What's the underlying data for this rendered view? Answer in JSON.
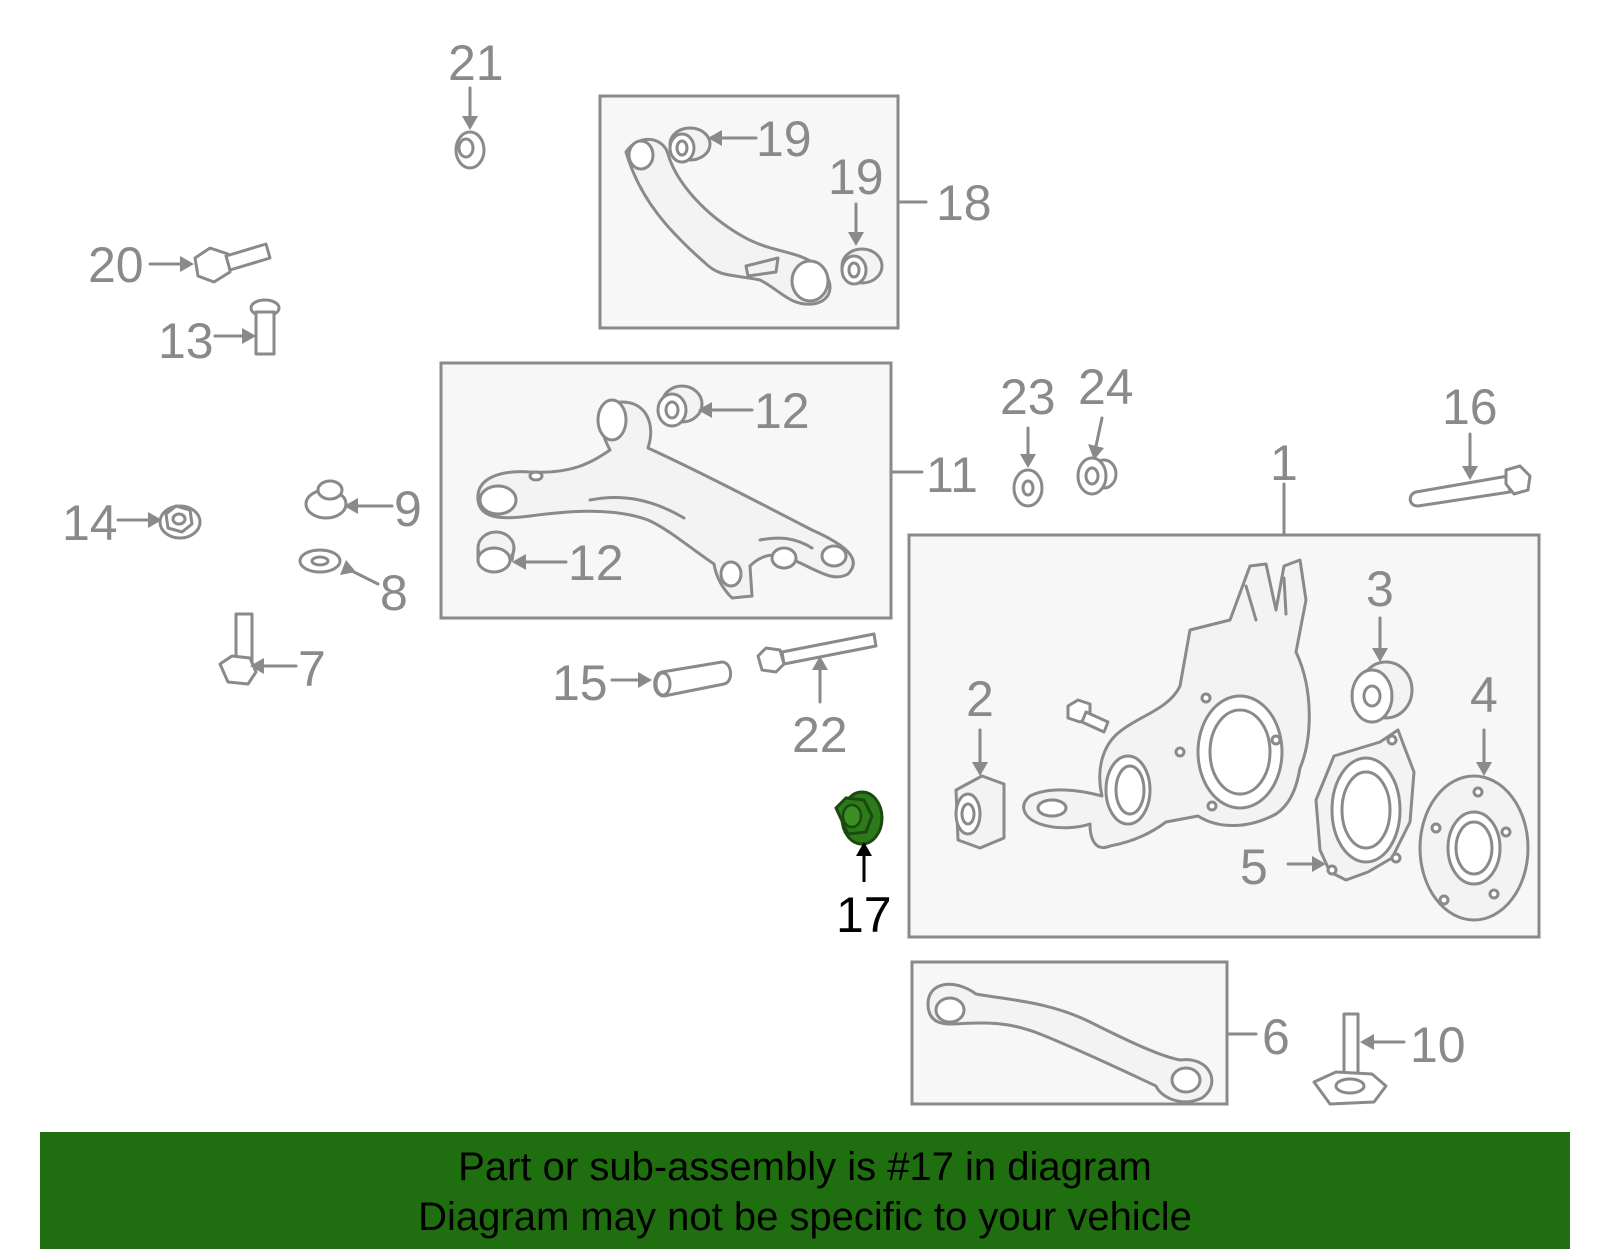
{
  "colors": {
    "diagram_gray": "#8a8a8a",
    "highlight_part": "#2d7a1a",
    "banner_bg": "#1f6e0f",
    "banner_text": "#000000"
  },
  "callouts": {
    "c1": "1",
    "c2": "2",
    "c3": "3",
    "c4": "4",
    "c5": "5",
    "c6": "6",
    "c7": "7",
    "c8": "8",
    "c9": "9",
    "c10": "10",
    "c11": "11",
    "c12a": "12",
    "c12b": "12",
    "c13": "13",
    "c14": "14",
    "c15": "15",
    "c16": "16",
    "c17": "17",
    "c18": "18",
    "c19a": "19",
    "c19b": "19",
    "c20": "20",
    "c21": "21",
    "c22": "22",
    "c23": "23",
    "c24": "24"
  },
  "banner": {
    "line1": "Part or sub-assembly is #17 in diagram",
    "line2": "Diagram may not be specific to your vehicle"
  }
}
